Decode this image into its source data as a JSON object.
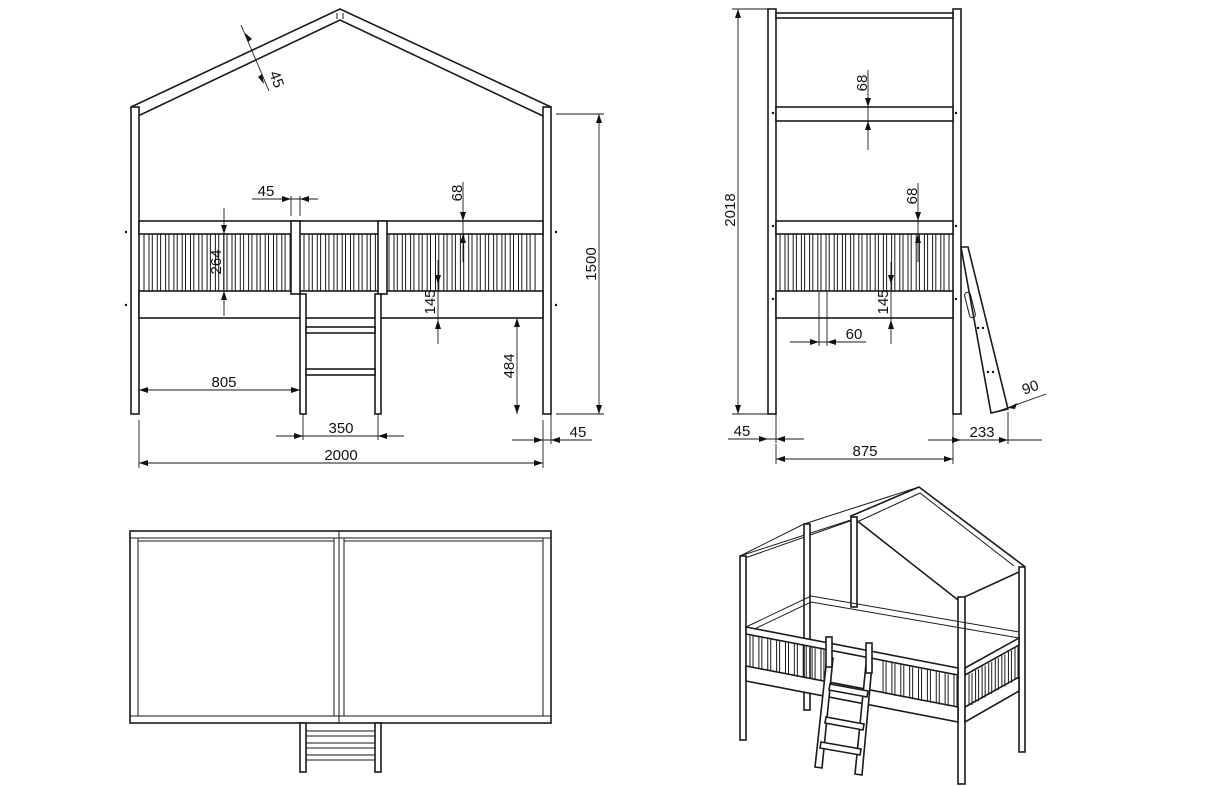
{
  "front_view": {
    "roof_angle": "45",
    "post_width": "45",
    "rail_height": "68",
    "guard_height": "264",
    "slat_gap": "145",
    "ladder_offset": "805",
    "clearance_height": "484",
    "ladder_width": "350",
    "total_height": "1500",
    "total_length": "2000",
    "leg_width": "45"
  },
  "side_view": {
    "total_height": "2018",
    "upper_rail_height": "68",
    "rail_height": "68",
    "slat_gap": "145",
    "slat_width": "60",
    "ladder_angle": "90",
    "post_width": "45",
    "bed_width": "875",
    "ladder_depth": "233"
  }
}
